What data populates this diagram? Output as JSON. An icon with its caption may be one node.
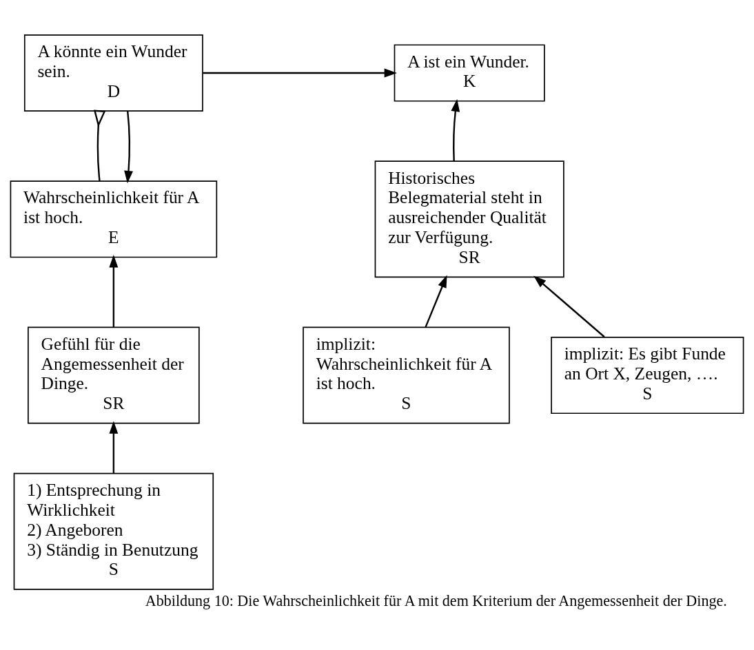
{
  "diagram": {
    "caption": "Abbildung 10: Die Wahrscheinlichkeit für A mit dem Kriterium der Angemessenheit der Dinge.",
    "nodes": [
      {
        "text": [
          "A könnte ein Wunder sein.",
          "D"
        ]
      },
      {
        "text": [
          "A ist ein Wunder.",
          "K"
        ]
      },
      {
        "text": [
          "Wahrscheinlichkeit für A ist hoch.",
          "E"
        ]
      },
      {
        "text": [
          "Historisches Belegmaterial steht in ausreichender Qualität zur Verfügung.",
          "SR"
        ]
      },
      {
        "text": [
          "Gefühl für die Angemessenheit der Dinge.",
          "SR"
        ]
      },
      {
        "text": [
          "implizit: Wahrscheinlichkeit für A ist hoch.",
          "S"
        ]
      },
      {
        "text": [
          "implizit: Es gibt Funde an Ort X, Zeugen, ….",
          "S"
        ]
      },
      {
        "text": [
          "1) Entsprechung in Wirklichkeit",
          "2) Angeboren",
          "3) Ständig in Benutzung",
          "S"
        ]
      }
    ],
    "edges": [
      {
        "from": 0,
        "to": 1,
        "arrow": "to"
      },
      {
        "from": 3,
        "to": 1,
        "arrow": "to"
      },
      {
        "from": 2,
        "to": 0,
        "arrow": "other"
      },
      {
        "from": 0,
        "to": 2,
        "arrow": "to"
      },
      {
        "from": 4,
        "to": 2,
        "arrow": "to"
      },
      {
        "from": 5,
        "to": 3,
        "arrow": "to"
      },
      {
        "from": 6,
        "to": 3,
        "arrow": "to"
      },
      {
        "from": 7,
        "to": 4,
        "arrow": "to"
      }
    ]
  }
}
